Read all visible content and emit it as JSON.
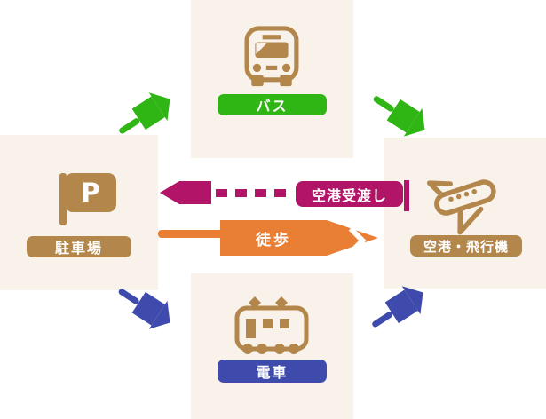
{
  "diagram": {
    "colors": {
      "panel": "#f8f2eb",
      "gold": "#b3874b",
      "green": "#30b614",
      "blue": "#3e4bac",
      "magenta": "#b21568",
      "orange": "#e87f35"
    },
    "nodes": {
      "bus": {
        "label": "バス",
        "color": "#30b614",
        "icon": "bus-icon"
      },
      "parking": {
        "label": "駐車場",
        "color": "#b3874b",
        "icon": "parking-icon",
        "icon_letter": "P"
      },
      "airport": {
        "label": "空港・飛行機",
        "color": "#b3874b",
        "icon": "airplane-icon"
      },
      "train": {
        "label": "電車",
        "color": "#3e4bac",
        "icon": "train-icon"
      }
    },
    "edges": {
      "airport_handover": {
        "label": "空港受渡し",
        "color": "#b21568",
        "style": "dashed",
        "direction": "airport-to-parking"
      },
      "walk": {
        "label": "徒歩",
        "color": "#e87f35",
        "style": "solid",
        "direction": "parking-to-airport"
      },
      "parking_bus": {
        "color": "#30b614",
        "direction": "parking-to-bus"
      },
      "bus_airport": {
        "color": "#30b614",
        "direction": "bus-to-airport"
      },
      "parking_train": {
        "color": "#3e4bac",
        "direction": "parking-to-train"
      },
      "train_airport": {
        "color": "#3e4bac",
        "direction": "train-to-airport"
      }
    }
  }
}
